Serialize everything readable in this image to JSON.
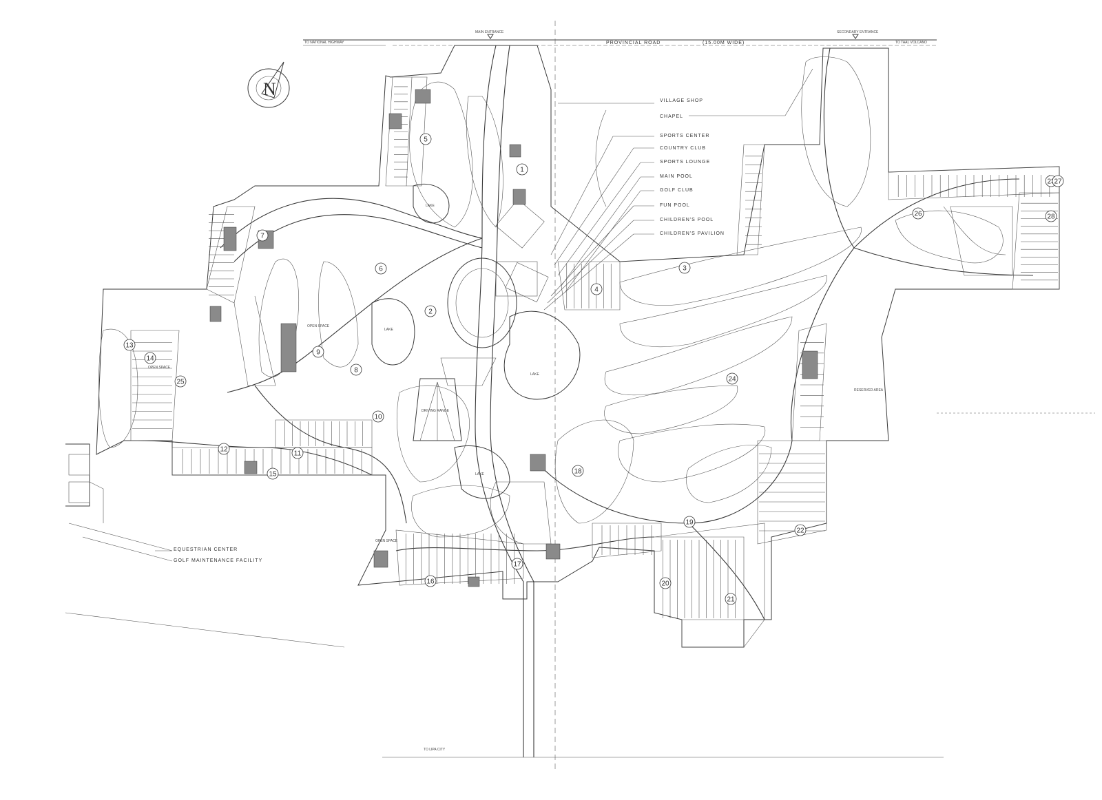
{
  "header": {
    "main_entrance": "MAIN ENTRANCE",
    "secondary_entrance": "SECONDARY ENTRANCE",
    "provincial_road": "PROVINCIAL ROAD",
    "road_width": "(15.00M WIDE)",
    "to_west": "TO NATIONAL HIGHWAY",
    "to_east": "TO TAAL VOLCANO"
  },
  "facilities": [
    "VILLAGE SHOP",
    "CHAPEL",
    "SPORTS CENTER",
    "COUNTRY CLUB",
    "SPORTS LOUNGE",
    "MAIN POOL",
    "GOLF CLUB",
    "FUN POOL",
    "CHILDREN'S POOL",
    "CHILDREN'S PAVILION"
  ],
  "lower_left": {
    "equestrian": "EQUESTRIAN CENTER",
    "maintenance": "GOLF MAINTENANCE FACILITY"
  },
  "map_labels": {
    "lake_north": "LAKE",
    "lake_west": "LAKE",
    "lake_center": "LAKE",
    "lake_south": "LAKE",
    "driving_range": "DRIVING RANGE",
    "open_space_1": "OPEN SPACE",
    "open_space_2": "OPEN SPACE",
    "open_space_3": "OPEN SPACE",
    "reserved_area": "RESERVED AREA",
    "bottom_road": "TO LIPA CITY"
  },
  "compass": {
    "letter": "N"
  },
  "block_numbers": [
    "1",
    "2",
    "3",
    "4",
    "5",
    "6",
    "7",
    "8",
    "9",
    "10",
    "11",
    "12",
    "13",
    "14",
    "15",
    "16",
    "17",
    "18",
    "19",
    "20",
    "21",
    "22",
    "23",
    "24",
    "25",
    "26",
    "27",
    "28"
  ]
}
